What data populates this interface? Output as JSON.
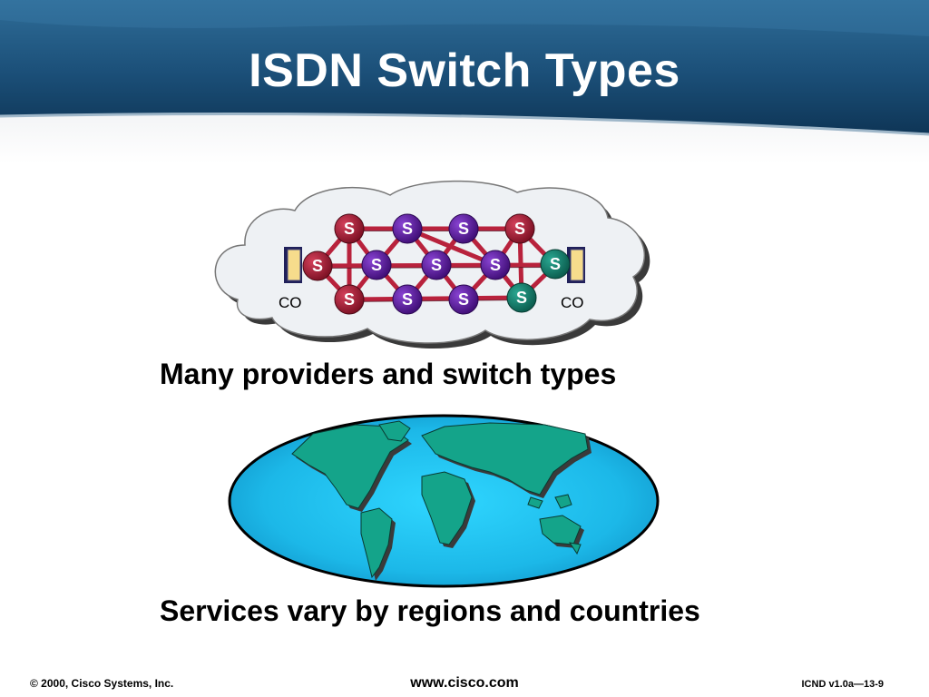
{
  "slide": {
    "title": "ISDN Switch Types",
    "caption_top": "Many providers and switch types",
    "caption_bottom": "Services vary by regions and countries"
  },
  "diagram": {
    "node_label": "S",
    "co_left": "CO",
    "co_right": "CO",
    "colors": {
      "red_node": "#a01830",
      "purple_node": "#5a1a9a",
      "teal_node": "#127a6a",
      "link": "#b8223c",
      "cloud_fill": "#eef1f4",
      "co_box": "#f6dc8c",
      "ocean": "#1cb8e8",
      "land": "#14a48a"
    }
  },
  "footer": {
    "copyright": "© 2000, Cisco Systems, Inc.",
    "website": "www.cisco.com",
    "course_code": "ICND v1.0a—13-9"
  }
}
